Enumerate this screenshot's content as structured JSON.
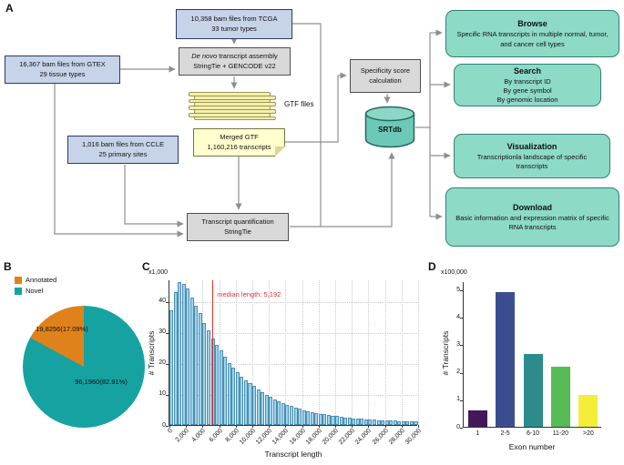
{
  "panels": {
    "a": "A",
    "b": "B",
    "c": "C",
    "d": "D"
  },
  "flowchart": {
    "tcga_line1": "10,358 bam files from TCGA",
    "tcga_line2": "33 tumor types",
    "gtex_line1": "16,367 bam files from GTEX",
    "gtex_line2": "29 tissue types",
    "ccle_line1": "1,016 bam files from CCLE",
    "ccle_line2": "25 primary sites",
    "assembly_line1_italic": "De novo",
    "assembly_line1_rest": " transcript assembly",
    "assembly_line2": "StringTie + GENCODE v22",
    "gtf_label": "GTF files",
    "merged_line1": "Merged GTF",
    "merged_line2": "1,160,216 transcripts",
    "spec_line1": "Specificity score",
    "spec_line2": "calculation",
    "srtdb_label": "SRTdb",
    "quant_line1": "Transcript quantification",
    "quant_line2": "StringTie",
    "features": [
      {
        "title": "Browse",
        "lines": [
          "Specific RNA transcripts in multiple normal, tumor, and cancer cell types"
        ]
      },
      {
        "title": "Search",
        "lines": [
          "By transcript ID",
          "By gene symbol",
          "By genomic location"
        ]
      },
      {
        "title": "Visualization",
        "lines": [
          "Transcriptionla landscape of specific transcripts"
        ]
      },
      {
        "title": "Download",
        "lines": [
          "Basic information and expression matrix of specific RNA transcripts"
        ]
      }
    ]
  },
  "chart_data": [
    {
      "type": "pie",
      "legend_position": "top-left",
      "slices": [
        {
          "label": "Annotated",
          "pct": 17.09,
          "display_text": "19,8256(17.09%)",
          "color": "#e0821c"
        },
        {
          "label": "Novel",
          "pct": 82.91,
          "display_text": "96,1960(82.91%)",
          "color": "#17a2a2"
        }
      ]
    },
    {
      "type": "bar",
      "subtype": "histogram",
      "xlabel": "Transcript length",
      "ylabel": "# Transcripts",
      "y_unit_label": "x1,000",
      "xlim": [
        0,
        30000
      ],
      "ylim": [
        0,
        47
      ],
      "bin_width": 500,
      "grid": true,
      "y_ticks": [
        0,
        10,
        20,
        30,
        40
      ],
      "x_ticks": [
        "0",
        "2,000",
        "4,000",
        "6,000",
        "8,000",
        "10,000",
        "12,000",
        "14,000",
        "16,000",
        "18,000",
        "20,000",
        "22,000",
        "24,000",
        "26,000",
        "28,000",
        "30,000"
      ],
      "bar_color": "#9fd3e8",
      "bar_edge_color": "#4b8fb3",
      "median_line": {
        "x": 5192,
        "label": "median length: 5,192",
        "color": "#e03131"
      },
      "values": [
        37,
        43,
        46,
        45.5,
        44,
        41,
        38.5,
        36,
        33,
        30.5,
        28,
        26,
        24,
        22,
        20,
        18.5,
        17,
        15.5,
        14.5,
        13.5,
        12.5,
        11.5,
        10.5,
        9.7,
        9,
        8.3,
        7.7,
        7.1,
        6.6,
        6.1,
        5.6,
        5.2,
        4.8,
        4.5,
        4.2,
        3.9,
        3.6,
        3.4,
        3.2,
        3,
        2.8,
        2.6,
        2.5,
        2.3,
        2.2,
        2.1,
        2,
        1.9,
        1.8,
        1.7,
        1.6,
        1.5,
        1.5,
        1.4,
        1.4,
        1.3,
        1.3,
        1.2,
        1.2,
        1.2
      ]
    },
    {
      "type": "bar",
      "xlabel": "Exon number",
      "ylabel": "# Transcripts",
      "y_unit_label": "x100,000",
      "ylim": [
        0,
        5.3
      ],
      "grid": false,
      "y_ticks": [
        0,
        1,
        2,
        3,
        4,
        5
      ],
      "categories": [
        "1",
        "2-5",
        "6-10",
        "11-20",
        ">20"
      ],
      "values": [
        0.6,
        4.9,
        2.65,
        2.2,
        1.15
      ],
      "colors": [
        "#44175a",
        "#3c4d8f",
        "#2c8c8c",
        "#56bb56",
        "#f4ee3b"
      ]
    }
  ]
}
